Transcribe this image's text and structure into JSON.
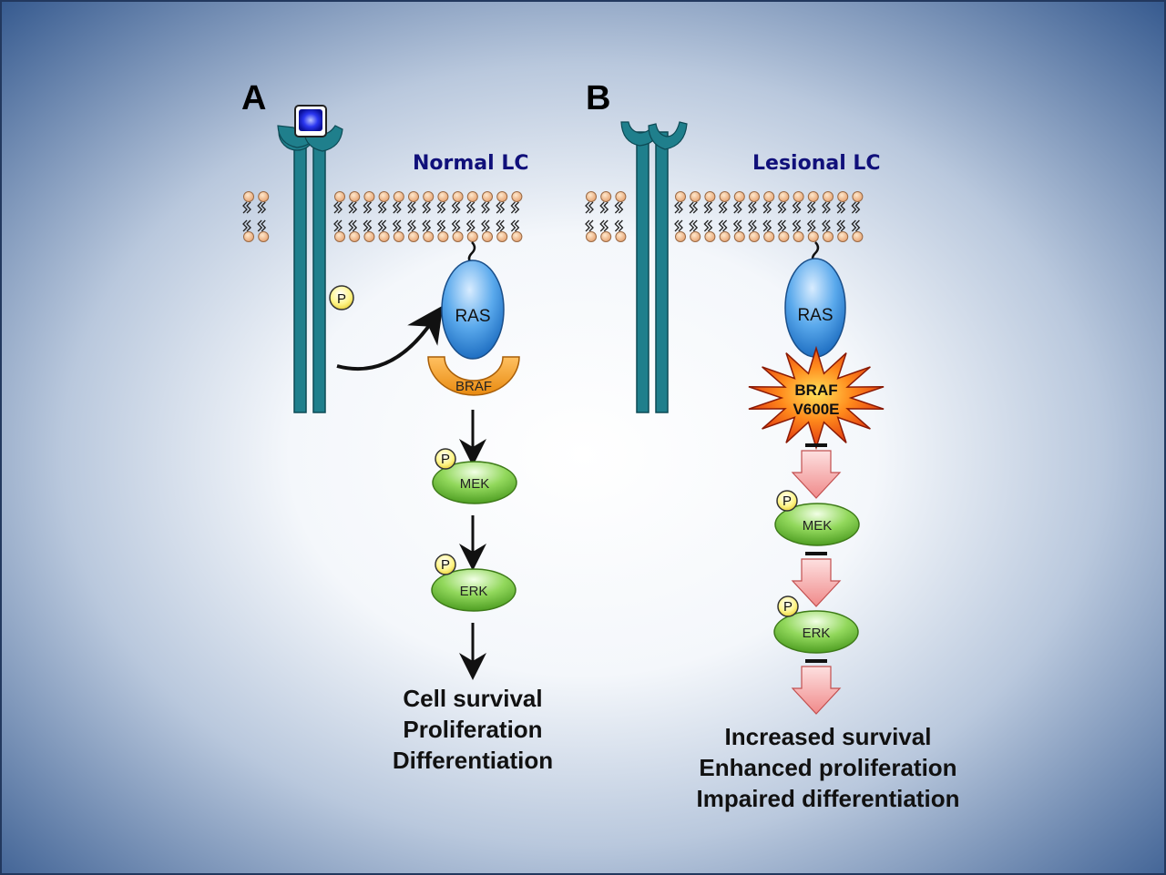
{
  "panel_a": {
    "letter": "A",
    "title": "Normal LC",
    "ras": "RAS",
    "braf": "BRAF",
    "p": "P",
    "mek": "MEK",
    "erk": "ERK",
    "outcomes": [
      "Cell survival",
      "Proliferation",
      "Differentiation"
    ]
  },
  "panel_b": {
    "letter": "B",
    "title": "Lesional LC",
    "ras": "RAS",
    "braf_line1": "BRAF",
    "braf_line2": "V600E",
    "p": "P",
    "mek": "MEK",
    "erk": "ERK",
    "outcomes": [
      "Increased survival",
      "Enhanced proliferation",
      "Impaired differentiation"
    ]
  },
  "colors": {
    "receptor": "#1f7f8c",
    "ras_blue": "#4aa3e8",
    "braf_orange": "#f5a020",
    "kinase_green": "#7ccf4a",
    "phospho_yellow": "#ffef70",
    "mutant_red": "#e83a10",
    "ligand_blue": "#1a24d8",
    "frame_blue": "#3a5f95"
  }
}
